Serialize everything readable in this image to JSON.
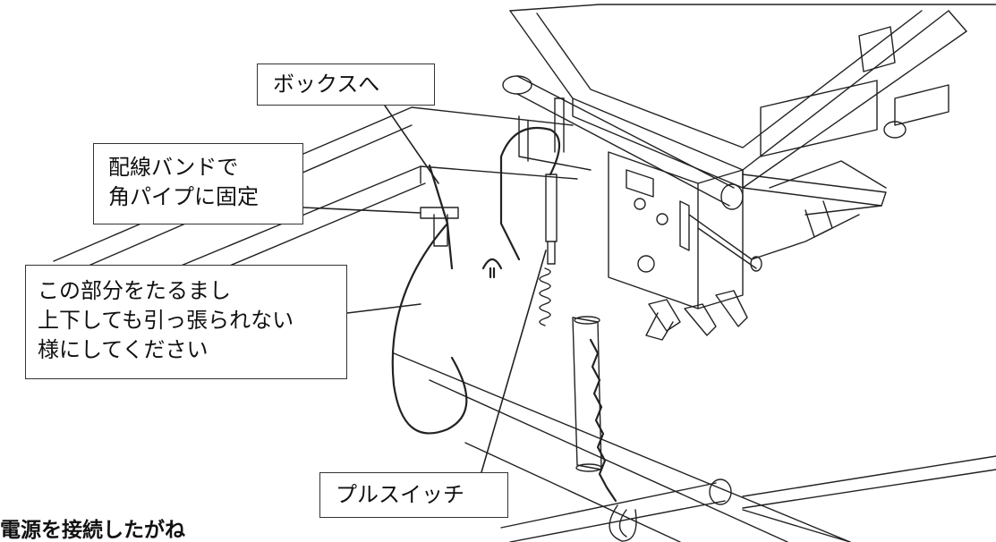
{
  "labels": {
    "to_box": "ボックスへ",
    "band_line1": "配線バンドで",
    "band_line2": "角パイプに固定",
    "slack_line1": "この部分をたるまし",
    "slack_line2": "上下しても引っ張られない",
    "slack_line3": "様にしてください",
    "pull_switch": "プルスイッチ"
  },
  "caption": {
    "partial_text": "電源を接続したがね"
  },
  "colors": {
    "line": "#222222",
    "box_border": "#333333",
    "background": "#ffffff",
    "text": "#111111"
  }
}
